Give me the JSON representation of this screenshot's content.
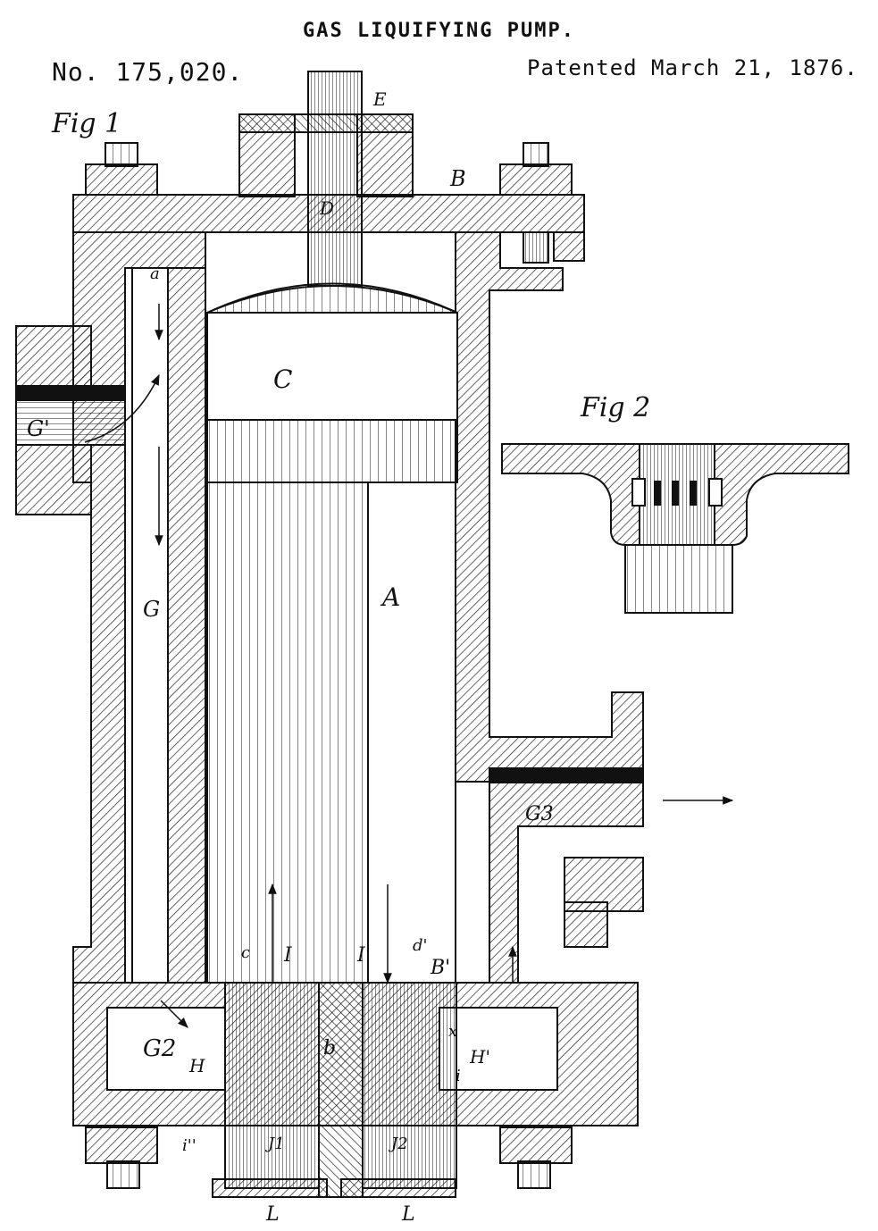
{
  "header": {
    "title": "GAS LIQUIFYING PUMP.",
    "patent_number": "No. 175,020.",
    "patent_date": "Patented March 21, 1876."
  },
  "figures": {
    "fig1": "Fig 1",
    "fig2": "Fig 2"
  },
  "labels": {
    "E": "E",
    "B": "B",
    "D": "D",
    "a": "a",
    "C": "C",
    "G1": "G'",
    "G": "G",
    "A": "A",
    "G3": "G3",
    "c": "c",
    "I": "I",
    "I1": "I'",
    "d1": "d'",
    "B1": "B'",
    "G2": "G2",
    "H": "H",
    "b": "b",
    "H1": "H'",
    "i": "i",
    "i2": "i''",
    "J1": "J1",
    "J2": "J2",
    "L1": "L",
    "L2": "L",
    "x": "x"
  }
}
